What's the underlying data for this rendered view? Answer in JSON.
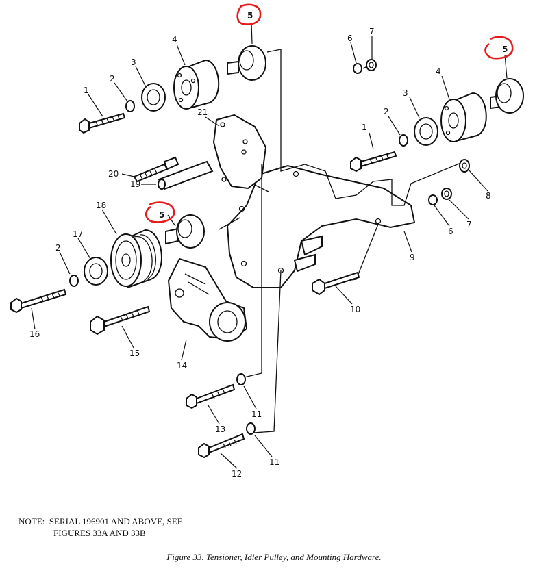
{
  "figure": {
    "caption": "Figure 33.  Tensioner, Idler Pulley, and Mounting Hardware."
  },
  "note": {
    "line1": "NOTE:  SERIAL 196901 AND ABOVE, SEE",
    "line2": "FIGURES 33A AND 33B"
  },
  "callouts": {
    "c1_left": "1",
    "c1_right": "1",
    "c2_left_top": "2",
    "c2_right": "2",
    "c2_left_low": "2",
    "c3_left": "3",
    "c3_right": "3",
    "c4_left": "4",
    "c4_right": "4",
    "c5_top": "5",
    "c5_right": "5",
    "c5_middle": "5",
    "c6_top": "6",
    "c6_right": "6",
    "c7_top": "7",
    "c7_right": "7",
    "c8": "8",
    "c9": "9",
    "c10": "10",
    "c11_upper": "11",
    "c11_lower": "11",
    "c12": "12",
    "c13": "13",
    "c14": "14",
    "c15": "15",
    "c16": "16",
    "c17": "17",
    "c18": "18",
    "c19": "19",
    "c20": "20",
    "c21": "21"
  },
  "highlight_color": "#e41b1b"
}
